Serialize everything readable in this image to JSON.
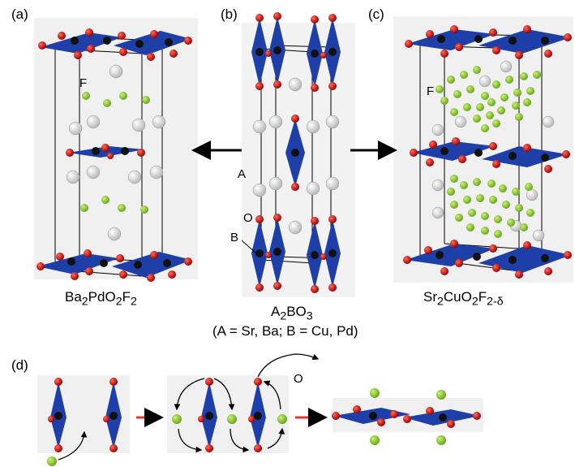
{
  "panel_labels": {
    "a": "(a)",
    "b": "(b)",
    "c": "(c)",
    "d": "(d)"
  },
  "atom_labels": {
    "f_a": "F",
    "f_c": "F",
    "a_site": "A",
    "o_site": "O",
    "b_site": "B",
    "o_removed": "O"
  },
  "formulas": {
    "a": {
      "p1": "Ba",
      "s1": "2",
      "p2": "PdO",
      "s2": "2",
      "p3": "F",
      "s3": "2"
    },
    "b": {
      "p1": "A",
      "s1": "2",
      "p2": "BO",
      "s2": "3"
    },
    "c": {
      "p1": "Sr",
      "s1": "2",
      "p2": "CuO",
      "s2": "2",
      "p3": "F",
      "s3": "2-δ"
    }
  },
  "substitution_note": "(A = Sr, Ba; B = Cu, Pd)",
  "colors": {
    "octahedron_blue": "#1f3fa8",
    "oxygen_red": "#d80f0f",
    "fluorine_green": "#8ccc2a",
    "a_cation_white": "#e6e6e6",
    "b_cation_black": "#111111",
    "process_arrow_red": "#e03a2a",
    "panel_bg": "#f0f0f0"
  }
}
